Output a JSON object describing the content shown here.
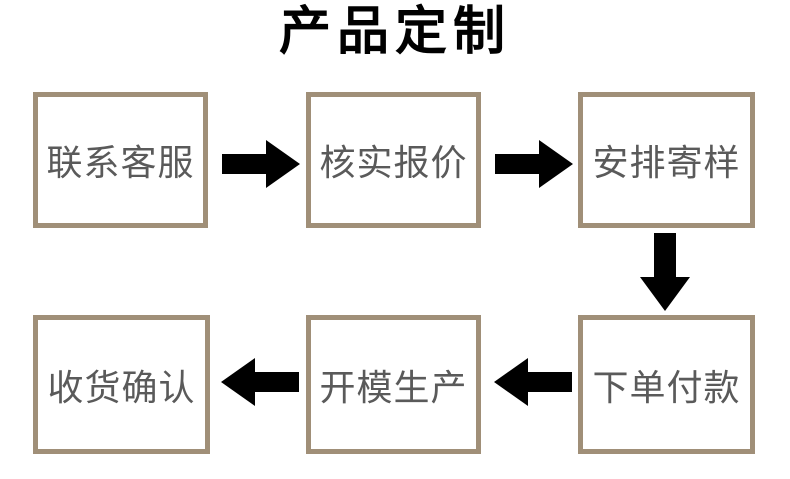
{
  "title": "产品定制",
  "theme": {
    "background": "#ffffff",
    "box_border": "#a08f78",
    "box_fill": "#ffffff",
    "box_text": "#5a5a5a",
    "title_text": "#000000",
    "arrow_fill": "#000000"
  },
  "flow": {
    "nodes": [
      {
        "id": "contact-support",
        "label": "联系客服",
        "row": 1,
        "col": 1
      },
      {
        "id": "verify-quote",
        "label": "核实报价",
        "row": 1,
        "col": 2
      },
      {
        "id": "arrange-sample",
        "label": "安排寄样",
        "row": 1,
        "col": 3
      },
      {
        "id": "place-order-payment",
        "label": "下单付款",
        "row": 2,
        "col": 3
      },
      {
        "id": "mold-production",
        "label": "开模生产",
        "row": 2,
        "col": 2
      },
      {
        "id": "receipt-confirm",
        "label": "收货确认",
        "row": 2,
        "col": 1
      }
    ],
    "connectors": [
      {
        "id": "conn-1",
        "from": "contact-support",
        "to": "verify-quote",
        "direction": "right",
        "icon": "arrow-right-icon"
      },
      {
        "id": "conn-2",
        "from": "verify-quote",
        "to": "arrange-sample",
        "direction": "right",
        "icon": "arrow-right-icon"
      },
      {
        "id": "conn-3",
        "from": "arrange-sample",
        "to": "place-order-payment",
        "direction": "down",
        "icon": "arrow-down-icon"
      },
      {
        "id": "conn-4",
        "from": "place-order-payment",
        "to": "mold-production",
        "direction": "left",
        "icon": "arrow-left-icon"
      },
      {
        "id": "conn-5",
        "from": "mold-production",
        "to": "receipt-confirm",
        "direction": "left",
        "icon": "arrow-left-icon"
      }
    ]
  }
}
